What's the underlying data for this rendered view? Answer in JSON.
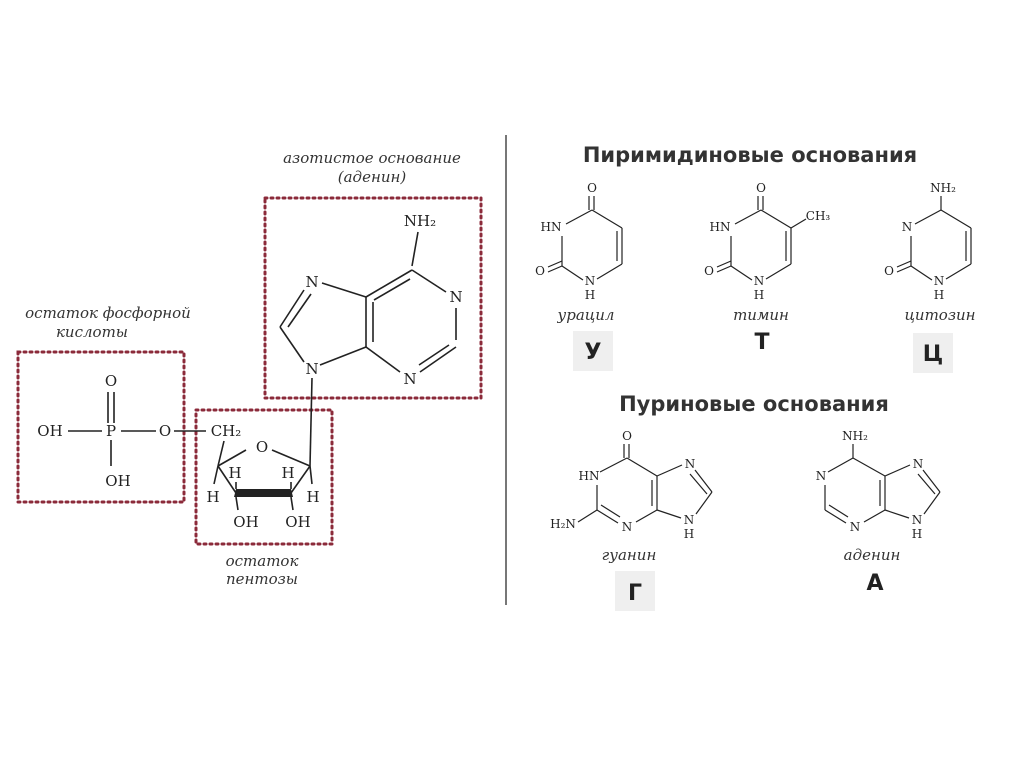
{
  "nucleotide": {
    "base_caption_line1": "азотистое основание",
    "base_caption_line2": "(аденин)",
    "phosphate_caption_line1": "остаток фосфорной",
    "phosphate_caption_line2": "кислоты",
    "pentose_caption_line1": "остаток",
    "pentose_caption_line2": "пентозы",
    "atoms": {
      "nh2": "NH₂",
      "n": "N",
      "o": "O",
      "p": "P",
      "oh": "OH",
      "ch2": "CH₂",
      "h": "H",
      "oh_left": "OH—"
    }
  },
  "pyrimidines": {
    "heading": "Пиримидиновые основания",
    "items": [
      {
        "name": "урацил",
        "letter": "У"
      },
      {
        "name": "тимин",
        "letter": "Т"
      },
      {
        "name": "цитозин",
        "letter": "Ц"
      }
    ]
  },
  "purines": {
    "heading": "Пуриновые основания",
    "items": [
      {
        "name": "гуанин",
        "letter": "Г"
      },
      {
        "name": "аденин",
        "letter": "А"
      }
    ]
  },
  "small_atoms": {
    "hn": "HN",
    "n": "N",
    "h": "H",
    "o": "O",
    "ch3": "CH₃",
    "nh2": "NH₂",
    "h2n": "H₂N"
  }
}
